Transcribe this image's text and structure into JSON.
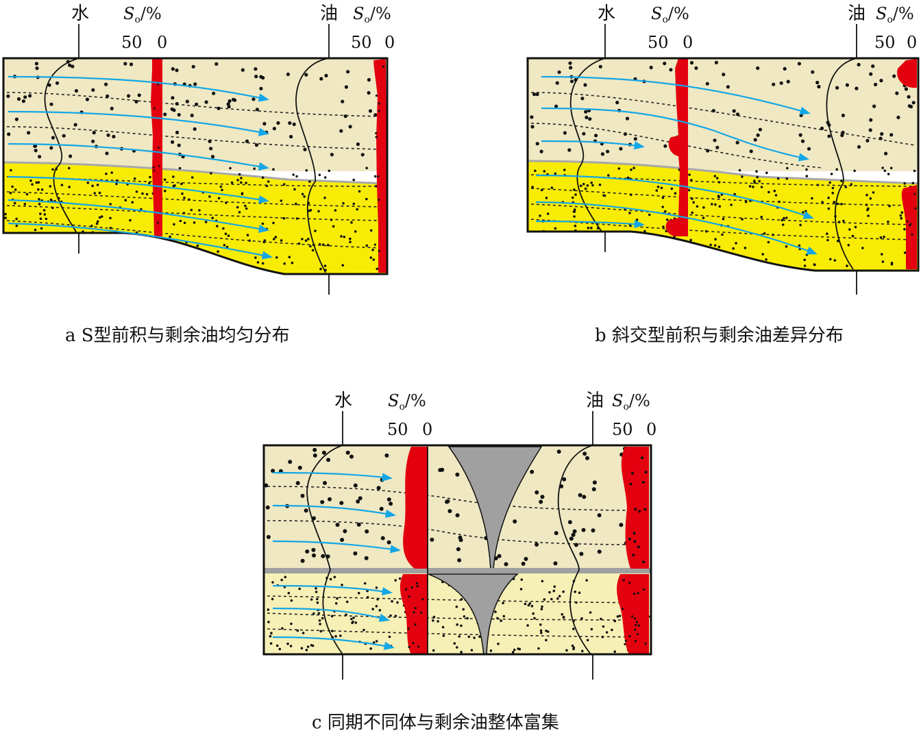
{
  "labels": {
    "water": "水",
    "oil": "油",
    "so_symbol": "S",
    "so_subscript": "o",
    "so_unit": "/%",
    "tick_50": "50",
    "tick_0": "0"
  },
  "captions": {
    "a": "a  S型前积与剩余油均匀分布",
    "b": "b  斜交型前积与剩余油差异分布",
    "c": "c  同期不同体与剩余油整体富集"
  },
  "colors": {
    "upper_sand": "#efe8c3",
    "lower_sand": "#f8ec05",
    "lower_sand_c": "#f6f0b6",
    "residual_oil": "#e3000f",
    "flow_arrow": "#13a6e6",
    "barrier": "#a0a0a0"
  },
  "icons": {
    "flow": "blue-flow-arrow",
    "oil_profile": "red-oil-saturation-profile",
    "barrier": "gray-mudstone-wedge"
  }
}
